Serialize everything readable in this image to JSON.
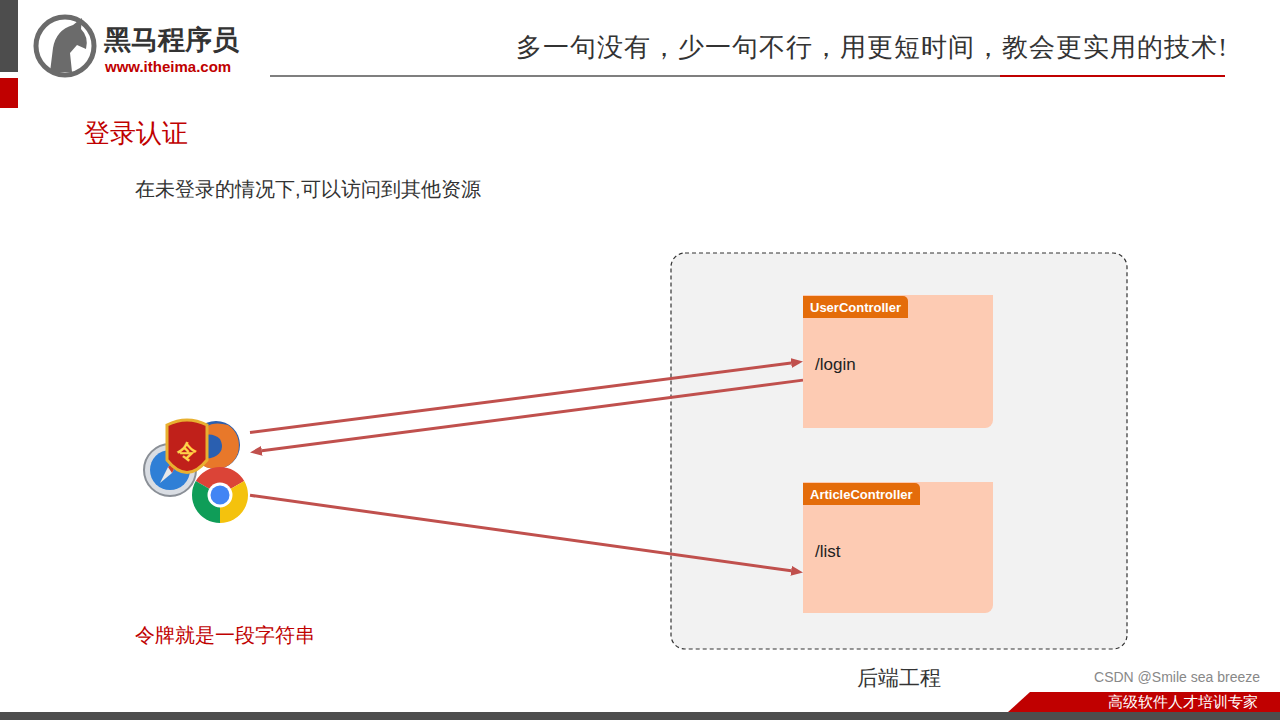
{
  "diagram": {
    "title": "登录认证",
    "nodes": [
      {
        "text": [
          "令"
        ]
      },
      {
        "text": [
          "后端工程"
        ]
      },
      {
        "text": [
          "UserController",
          "/login"
        ],
        "in": 1
      },
      {
        "text": [
          "ArticleController",
          "/list"
        ],
        "in": 1
      }
    ],
    "edges": [
      {
        "from": 0,
        "to": 2,
        "arrow": "to"
      },
      {
        "from": 2,
        "to": 0,
        "arrow": "to"
      },
      {
        "from": 0,
        "to": 3,
        "arrow": "to"
      }
    ],
    "labels": [
      "黑马程序员",
      "www.itheima.com",
      "多一句没有，少一句不行，用更短时间，教会更实用的技术!",
      "在未登录的情况下,可以访问到其他资源",
      "令牌就是一段字符串",
      "CSDN @Smile sea breeze",
      "高级软件人才培训专家"
    ]
  }
}
